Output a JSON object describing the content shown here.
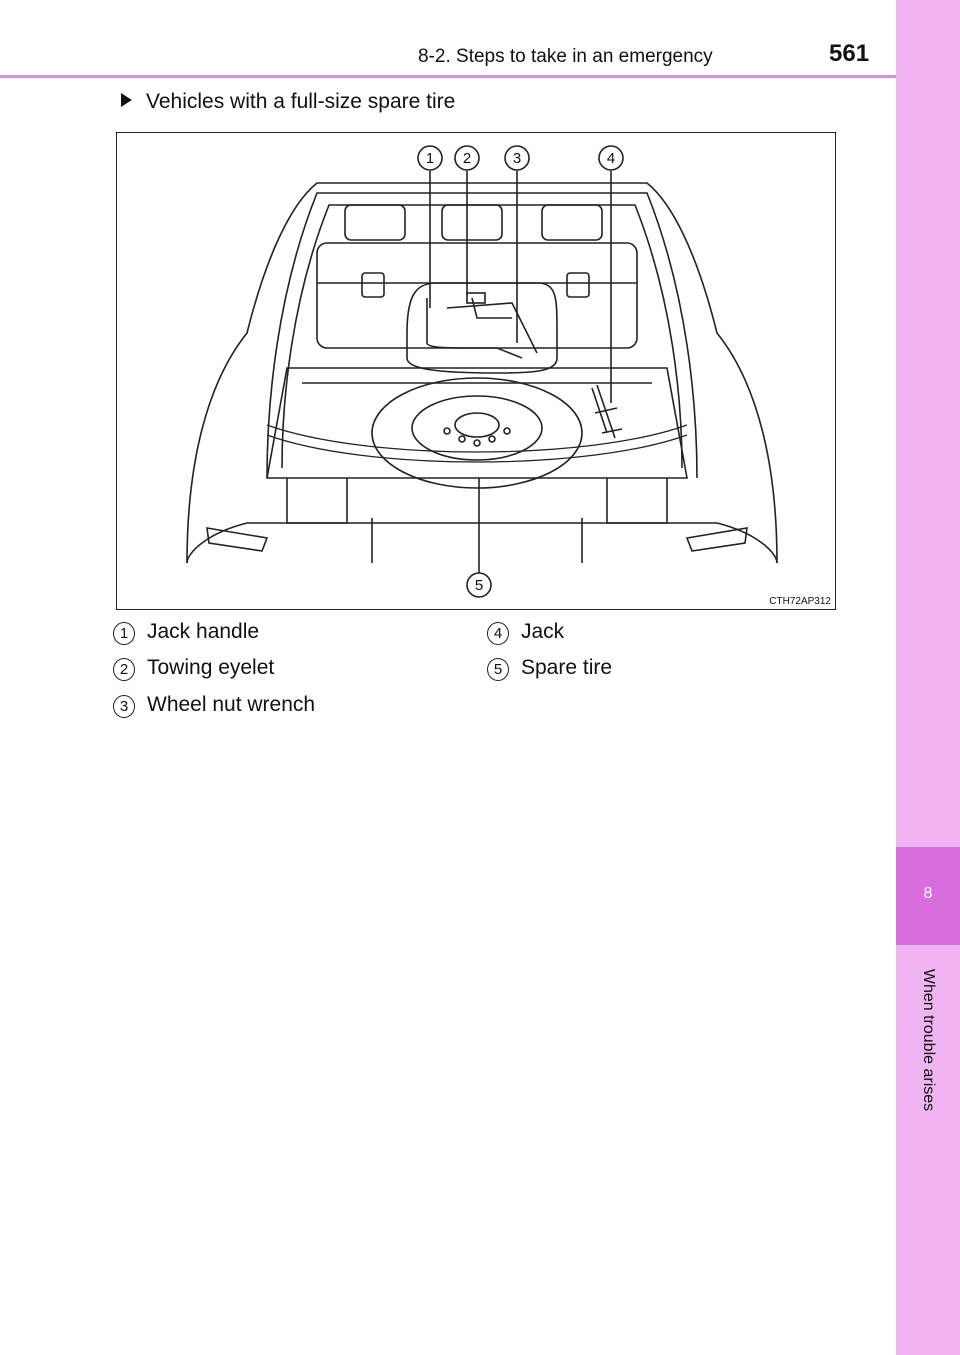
{
  "header": {
    "section": "8-2. Steps to take in an emergency",
    "page_number": "561"
  },
  "side_tab": {
    "chapter_number": "8",
    "chapter_title": "When trouble arises"
  },
  "condition": "Vehicles with a full-size spare tire",
  "figure": {
    "code": "CTH72AP312",
    "callouts": [
      "1",
      "2",
      "3",
      "4",
      "5"
    ]
  },
  "legend": [
    {
      "num": "1",
      "text": "Jack handle"
    },
    {
      "num": "2",
      "text": "Towing eyelet"
    },
    {
      "num": "3",
      "text": "Wheel nut wrench"
    },
    {
      "num": "4",
      "text": "Jack"
    },
    {
      "num": "5",
      "text": "Spare tire"
    }
  ],
  "colors": {
    "tab_light": "#f0b4f2",
    "tab_dark": "#d86ede",
    "rule": "#d692d8"
  }
}
